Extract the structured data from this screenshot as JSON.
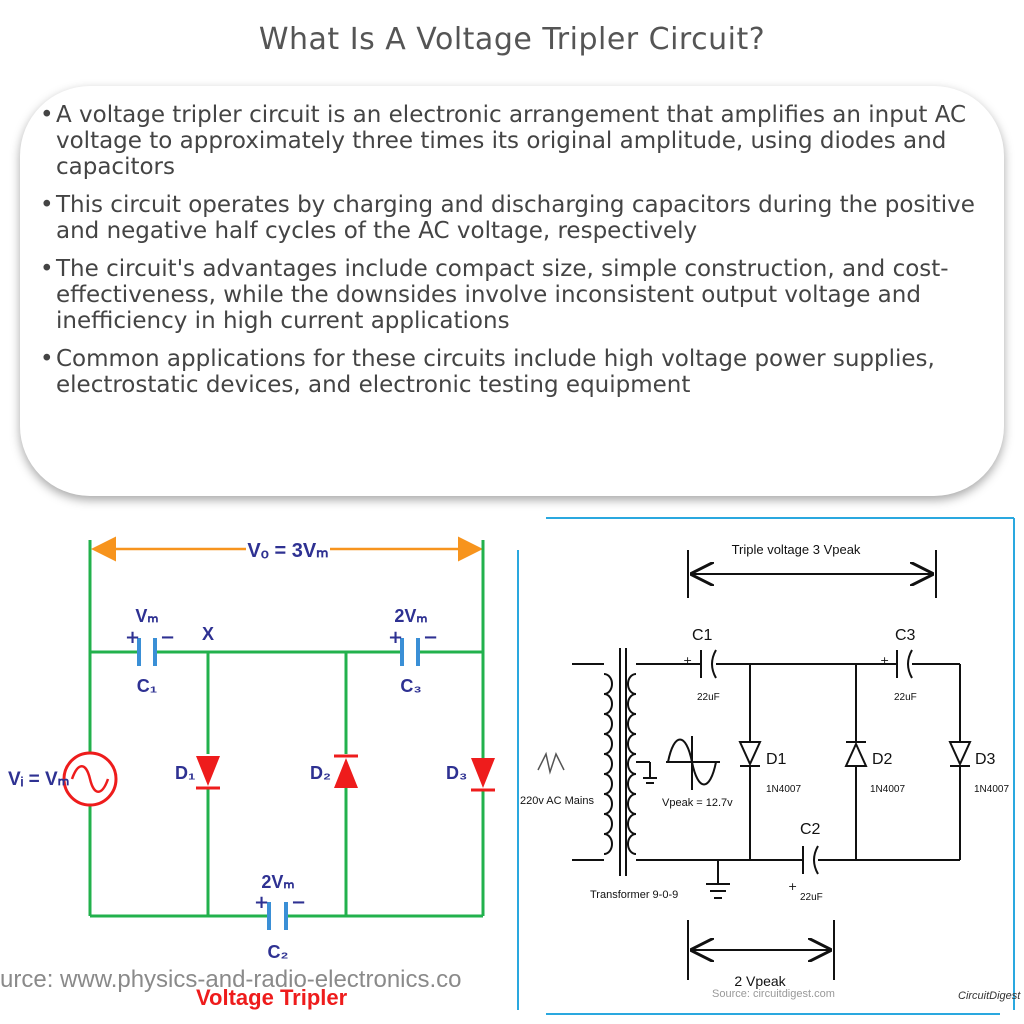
{
  "title": "What Is A Voltage Tripler Circuit?",
  "bullets": [
    "A voltage tripler circuit is an electronic arrangement that amplifies an input AC voltage to approximately three times its original amplitude, using diodes and capacitors",
    "This circuit operates by charging and discharging capacitors during the positive and negative half cycles of the AC voltage, respectively",
    "The circuit's advantages include compact size, simple construction, and cost-effectiveness, while the downsides involve inconsistent output voltage and inefficiency in high current applications",
    "Common applications for these circuits include high voltage power supplies, electrostatic devices, and electronic testing equipment"
  ],
  "bullet_char": "•",
  "left_diagram": {
    "vo": "Vₒ = 3Vₘ",
    "vi": "Vᵢ = Vₘ",
    "c1_voltage": "Vₘ",
    "c1": "C₁",
    "c2_voltage": "2Vₘ",
    "c2": "C₂",
    "c3_voltage": "2Vₘ",
    "c3": "C₃",
    "node_x": "X",
    "d1": "D₁",
    "d2": "D₂",
    "d3": "D₃",
    "plus": "+",
    "minus": "−",
    "caption": "Voltage Tripler",
    "source": "urce: www.physics-and-radio-electronics.co",
    "colors": {
      "wire": "#22b14c",
      "arrow": "#f7941d",
      "diode": "#ee1c1c",
      "cap": "#3a8fd6",
      "text": "#2e3192"
    }
  },
  "right_diagram": {
    "triple": "Triple voltage 3 Vpeak",
    "two_vpeak": "2 Vpeak",
    "c1": "C1",
    "c2": "C2",
    "c3": "C3",
    "cap_value": "22uF",
    "d1": "D1",
    "d2": "D2",
    "d3": "D3",
    "diode_part": "1N4007",
    "mains": "220v AC Mains",
    "transformer": "Transformer 9-0-9",
    "vpeak": "Vpeak = 12.7v",
    "plus": "+",
    "source": "Source: circuitdigest.com",
    "brand": "CircuitDigest",
    "colors": {
      "border": "#2aa8df",
      "line": "#111111"
    }
  }
}
